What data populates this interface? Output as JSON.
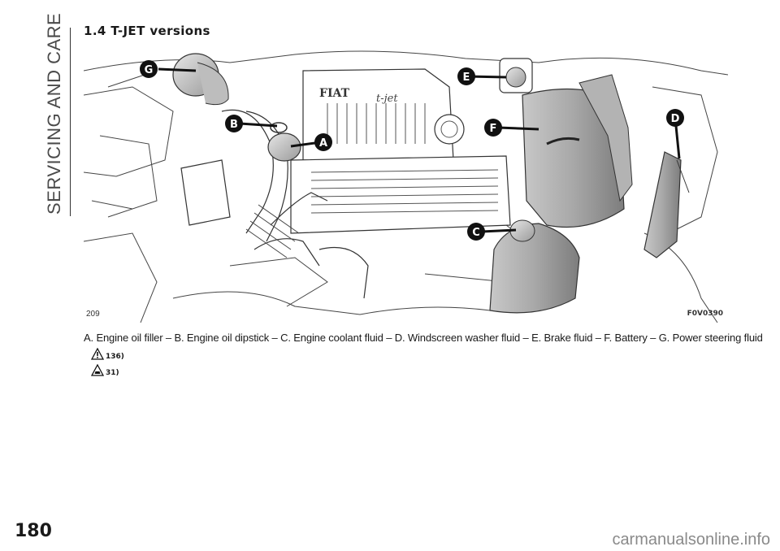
{
  "sidebar": {
    "section": "SERVICING AND CARE"
  },
  "section": {
    "title": "1.4 T-JET versions"
  },
  "figure": {
    "number": "209",
    "code": "F0V0390",
    "callouts": [
      "G",
      "E",
      "B",
      "A",
      "F",
      "D",
      "C"
    ],
    "emblem": "FIAT",
    "engine_badge": "t-jet"
  },
  "caption": "A. Engine oil filler – B. Engine oil dipstick – C. Engine coolant fluid – D. Windscreen washer fluid – E. Brake fluid – F. Battery – G. Power steering fluid",
  "references": [
    {
      "icon": "warning-triangle-icon",
      "text": "136)"
    },
    {
      "icon": "car-care-icon",
      "text": "31)"
    }
  ],
  "page": {
    "number": "180"
  },
  "watermark": "carmanualsonline.info"
}
